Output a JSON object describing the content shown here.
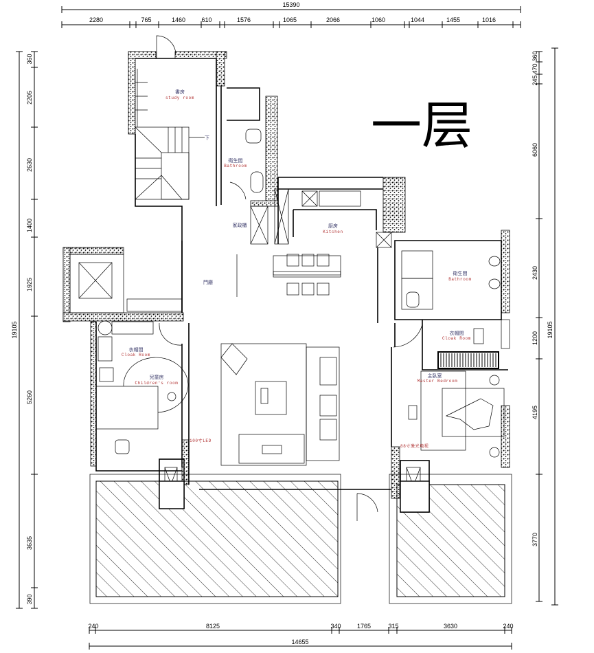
{
  "title": "一层",
  "dimensions": {
    "top_total": "15390",
    "top_segments": [
      "2280",
      "765",
      "1460",
      "610",
      "1576",
      "1065",
      "2066",
      "1060",
      "1044",
      "1455",
      "1016"
    ],
    "left_total": "19105",
    "left_segments": [
      "360",
      "2205",
      "2630",
      "1400",
      "1925",
      "5260",
      "3635",
      "390"
    ],
    "right_total": "19105",
    "right_segments": [
      "360",
      "470",
      "245",
      "6060",
      "2430",
      "1200",
      "4195",
      "3770"
    ],
    "bottom_total": "14655",
    "bottom_segments": [
      "240",
      "8125",
      "340",
      "1765",
      "315",
      "3630",
      "240"
    ]
  },
  "rooms": {
    "study": {
      "zh": "書房",
      "en": "study room"
    },
    "bathroom1": {
      "zh": "衛生間",
      "en": "Bathroom"
    },
    "housekeeping": {
      "zh": "家政櫃"
    },
    "kitchen": {
      "zh": "厨房",
      "en": "Kitchen"
    },
    "foyer": {
      "zh": "門廳"
    },
    "bathroom2": {
      "zh": "衛生間",
      "en": "Bathroom"
    },
    "cloak_left": {
      "zh": "衣帽間",
      "en": "Cloak Room"
    },
    "children": {
      "zh": "兒童房",
      "en": "Children's room"
    },
    "cloak_right": {
      "zh": "衣帽間",
      "en": "Cloak Room"
    },
    "master": {
      "zh": "主臥室",
      "en": "Master Bedroom"
    }
  },
  "annotations": {
    "stair_down": "下",
    "tv_led": "100寸LED",
    "tv_laser": "88寸激光电视"
  }
}
